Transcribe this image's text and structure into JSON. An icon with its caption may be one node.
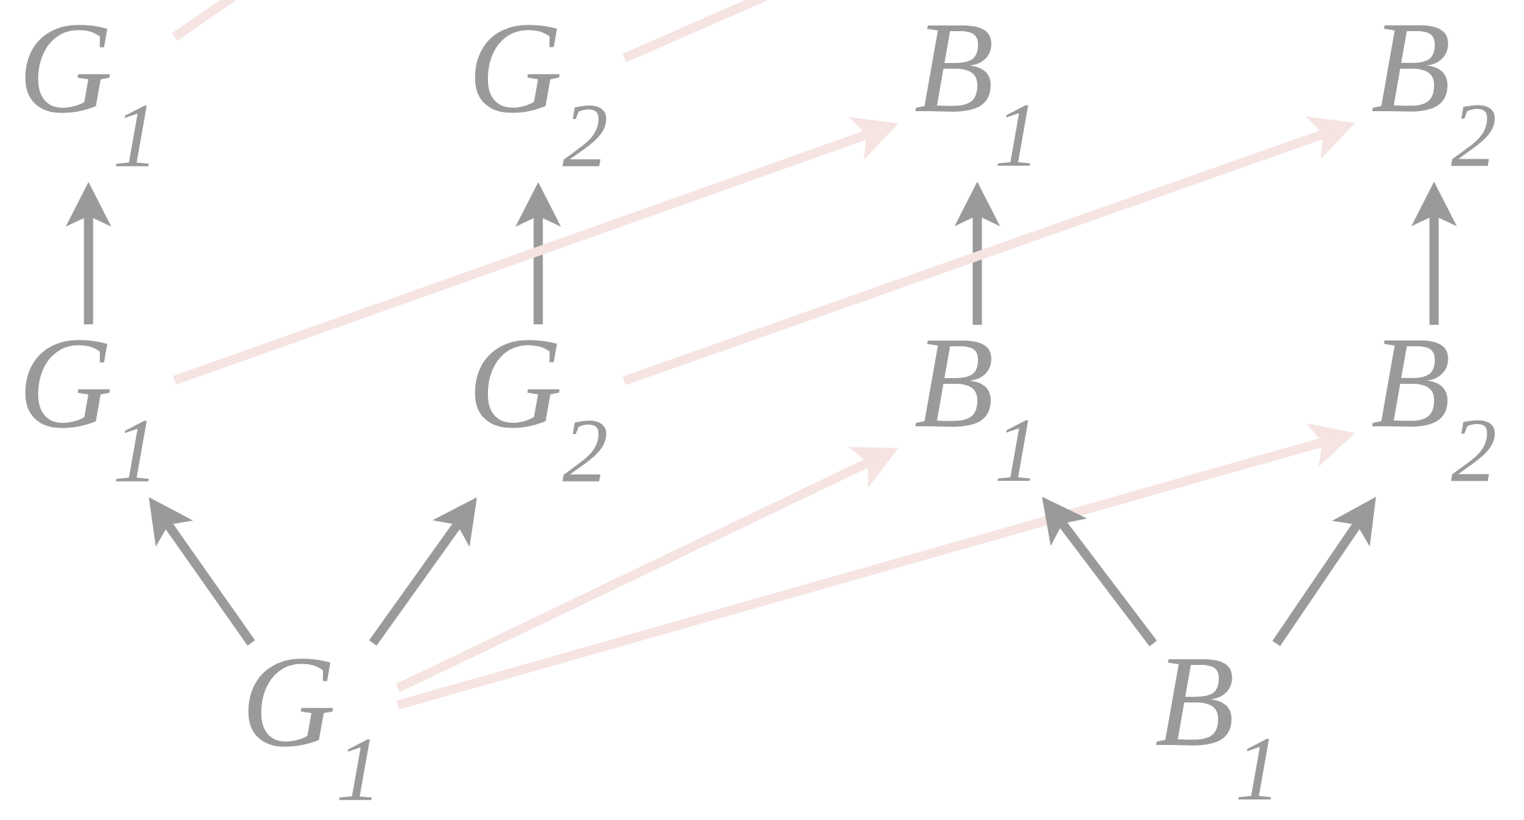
{
  "diagram": {
    "nodes": [
      {
        "text": [
          "G$_{1}$"
        ]
      },
      {
        "text": [
          "G$_{2}$"
        ]
      },
      {
        "text": [
          "B$_{1}$"
        ]
      },
      {
        "text": [
          "B$_{2}$"
        ]
      },
      {
        "text": [
          "G$_{1}$"
        ]
      },
      {
        "text": [
          "G$_{2}$"
        ]
      },
      {
        "text": [
          "B$_{1}$"
        ]
      },
      {
        "text": [
          "B$_{2}$"
        ]
      },
      {
        "text": [
          "G$_{1}$"
        ]
      },
      {
        "text": [
          "B$_{1}$"
        ]
      }
    ],
    "edges": [
      {
        "from": 0,
        "to": null,
        "arrow": "none",
        "color": "#f5e4e2"
      },
      {
        "from": 1,
        "to": null,
        "arrow": "none",
        "color": "#f5e4e2"
      },
      {
        "from": 4,
        "to": 0,
        "arrow": "to"
      },
      {
        "from": 5,
        "to": 1,
        "arrow": "to"
      },
      {
        "from": 6,
        "to": 2,
        "arrow": "to"
      },
      {
        "from": 7,
        "to": 3,
        "arrow": "to"
      },
      {
        "from": 4,
        "to": 2,
        "arrow": "to",
        "color": "#f5e4e2"
      },
      {
        "from": 5,
        "to": 3,
        "arrow": "to",
        "color": "#f5e4e2"
      },
      {
        "from": 8,
        "to": 4,
        "arrow": "to"
      },
      {
        "from": 8,
        "to": 5,
        "arrow": "to"
      },
      {
        "from": 8,
        "to": 6,
        "arrow": "to",
        "color": "#f5e4e2"
      },
      {
        "from": 8,
        "to": 7,
        "arrow": "to",
        "color": "#f5e4e2"
      },
      {
        "from": 9,
        "to": 6,
        "arrow": "to"
      },
      {
        "from": 9,
        "to": 7,
        "arrow": "to"
      }
    ]
  }
}
